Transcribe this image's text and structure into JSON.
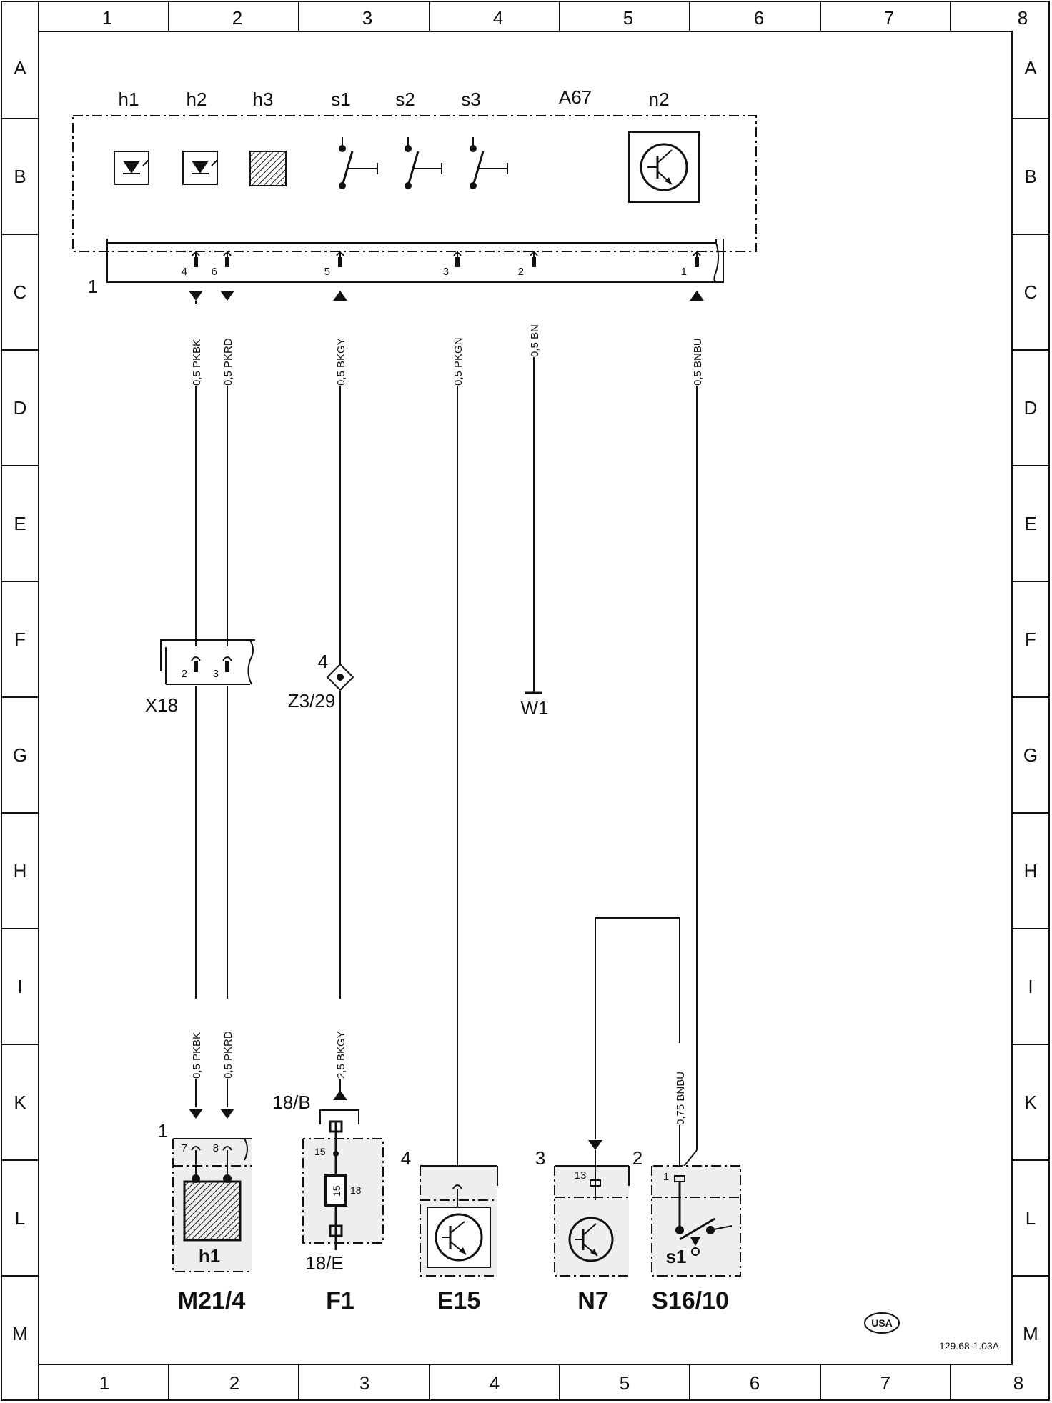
{
  "grid": {
    "columns": [
      "1",
      "2",
      "3",
      "4",
      "5",
      "6",
      "7",
      "8"
    ],
    "rows": [
      "A",
      "B",
      "C",
      "D",
      "E",
      "F",
      "G",
      "H",
      "I",
      "K",
      "L",
      "M"
    ]
  },
  "module_a67": {
    "title": "A67",
    "indicators": [
      {
        "label": "h1"
      },
      {
        "label": "h2"
      },
      {
        "label": "h3"
      }
    ],
    "switches": [
      {
        "label": "s1"
      },
      {
        "label": "s2"
      },
      {
        "label": "s3"
      }
    ],
    "transistor_label": "n2",
    "connector_label": "1",
    "pins": [
      "4",
      "6",
      "5",
      "3",
      "2",
      "1"
    ]
  },
  "wires_top": [
    "0,5 PKBK",
    "0,5 PKRD",
    "0,5 BKGY",
    "0,5 PKGN",
    "0,5 BN",
    "0,5 BNBU"
  ],
  "connector_x18": {
    "label": "X18",
    "pins": [
      "2",
      "3"
    ]
  },
  "splice_z3": {
    "label": "Z3/29",
    "pin": "4"
  },
  "ground_w1": {
    "label": "W1"
  },
  "wires_bottom": [
    "0,5 PKBK",
    "0,5 PKRD",
    "2,5 BKGY",
    "0,75 BNBU"
  ],
  "components": {
    "m21": {
      "name": "M21/4",
      "connector": "1",
      "pins": [
        "7",
        "8"
      ],
      "inner": "h1"
    },
    "f1": {
      "name": "F1",
      "top": "18/B",
      "bottom": "18/E",
      "pin_a": "15",
      "pin_b": "15",
      "pin_c": "18"
    },
    "e15": {
      "name": "E15",
      "connector": "4"
    },
    "n7": {
      "name": "N7",
      "connector": "3",
      "pin": "13"
    },
    "s16": {
      "name": "S16/10",
      "connector": "2",
      "pin": "1",
      "inner": "s1"
    }
  },
  "footer": {
    "badge": "USA",
    "code": "129.68-1.03A"
  }
}
